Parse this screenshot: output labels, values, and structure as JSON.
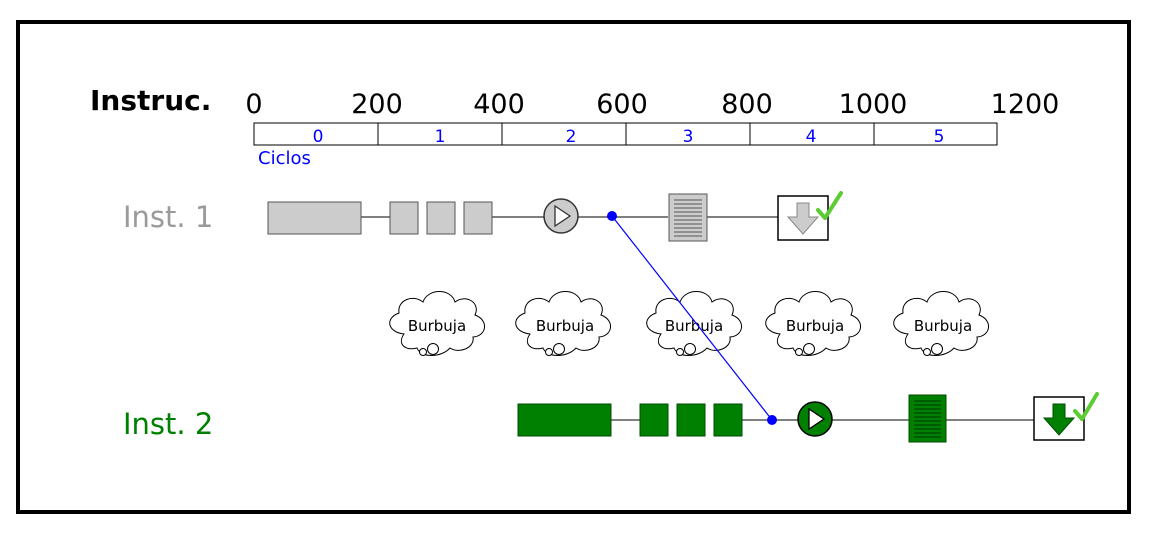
{
  "header": {
    "title": "Instruc.",
    "ticks": [
      "0",
      "200",
      "400",
      "600",
      "800",
      "1000",
      "1200"
    ],
    "cycles": [
      "0",
      "1",
      "2",
      "3",
      "4",
      "5"
    ],
    "cycles_label": "Ciclos"
  },
  "instructions": {
    "inst1": {
      "label": "Inst. 1",
      "color": "#9a9a9a",
      "fill": "#cccccc"
    },
    "inst2": {
      "label": "Inst. 2",
      "color": "#008000",
      "fill": "#008000"
    }
  },
  "bubbles": [
    "Burbuja",
    "Burbuja",
    "Burbuja",
    "Burbuja",
    "Burbuja"
  ],
  "colors": {
    "forward_line": "#0000ff",
    "check": "#5ccc33",
    "frame": "#000000"
  }
}
